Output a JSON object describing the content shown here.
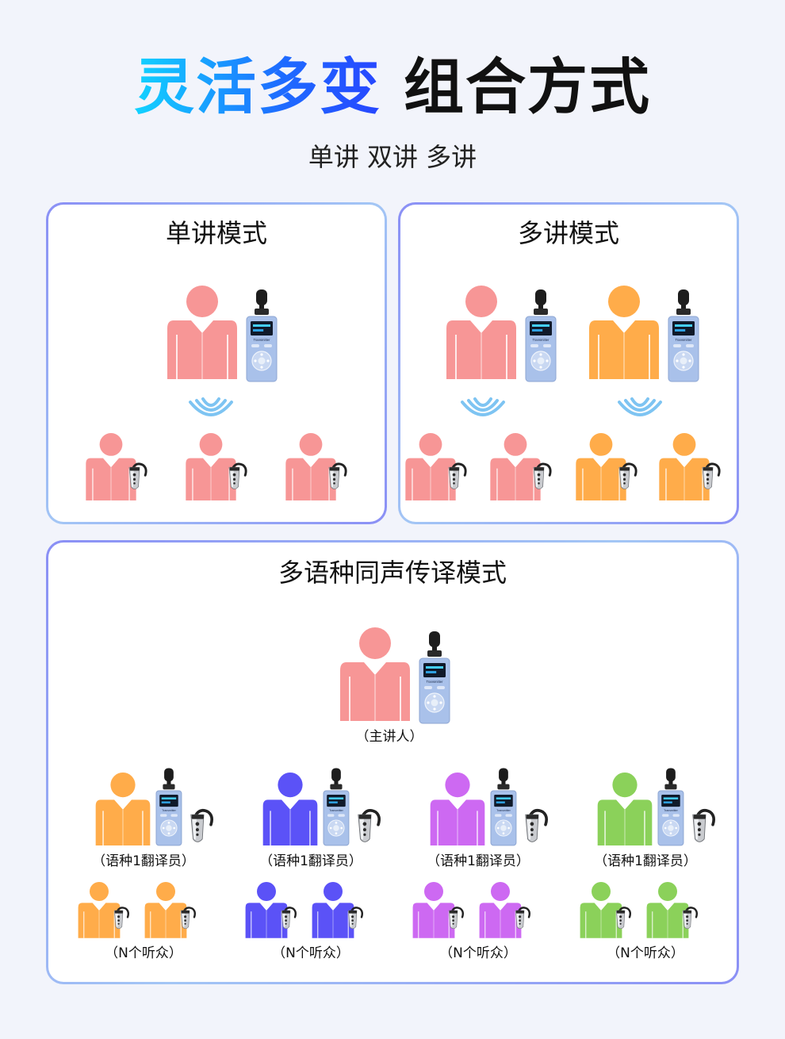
{
  "header": {
    "title_highlight": "灵活多变",
    "title_rest": "组合方式",
    "subtitle": "单讲 双讲 多讲"
  },
  "panels": {
    "single": {
      "title": "单讲模式"
    },
    "multi": {
      "title": "多讲模式"
    },
    "simultaneous": {
      "title": "多语种同声传译模式",
      "speaker_caption": "（主讲人）",
      "groups": [
        {
          "translator_caption": "（语种1翻译员）",
          "listeners_caption": "（N个听众）",
          "color": "#ffac4a"
        },
        {
          "translator_caption": "（语种1翻译员）",
          "listeners_caption": "（N个听众）",
          "color": "#5b52f7"
        },
        {
          "translator_caption": "（语种1翻译员）",
          "listeners_caption": "（N个听众）",
          "color": "#cd69f2"
        },
        {
          "translator_caption": "（语种1翻译员）",
          "listeners_caption": "（N个听众）",
          "color": "#8bd15a"
        }
      ]
    }
  },
  "colors": {
    "speaker_pink": "#f79696",
    "orange": "#ffac4a",
    "device_body": "#a9c1ea",
    "wave": "#7ec4f2",
    "title_gradient_start": "#12d3ff",
    "title_gradient_end": "#2746ff"
  },
  "device": {
    "screen_text": "Transmitter"
  },
  "icons": [
    "person-icon",
    "transmitter-icon",
    "receiver-earpiece-icon",
    "wireless-signal-icon"
  ]
}
